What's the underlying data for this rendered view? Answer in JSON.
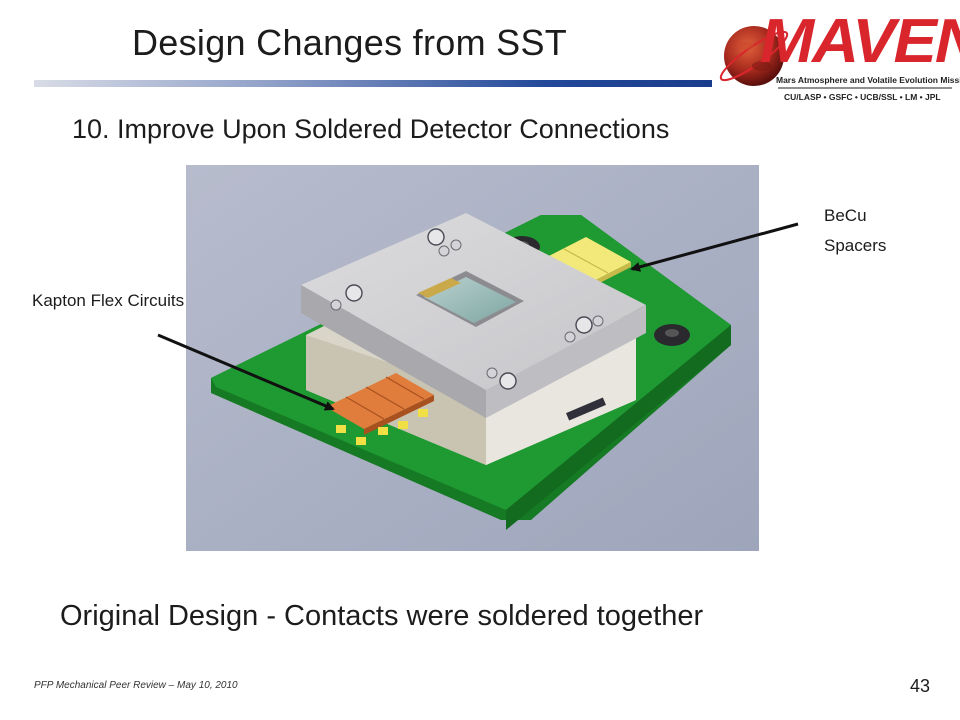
{
  "slide": {
    "title": "Design Changes from SST",
    "subtitle": "10. Improve Upon Soldered Detector Connections",
    "caption": "Original Design - Contacts were soldered together",
    "footer": "PFP Mechanical Peer Review – May 10, 2010",
    "page_number": "43"
  },
  "callouts": {
    "kapton": "Kapton Flex Circuits",
    "becu_line1": "BeCu",
    "becu_line2": "Spacers"
  },
  "logo": {
    "wordmark": "MAVEN",
    "tagline": "Mars Atmosphere and Volatile Evolution Mission",
    "institutions": "CU/LASP • GSFC • UCB/SSL • LM • JPL"
  },
  "colors": {
    "title_bar": "#24499a",
    "logo_red": "#d8262c",
    "pcb_green": "#1f9a32",
    "render_bg": "#a8afc3"
  }
}
